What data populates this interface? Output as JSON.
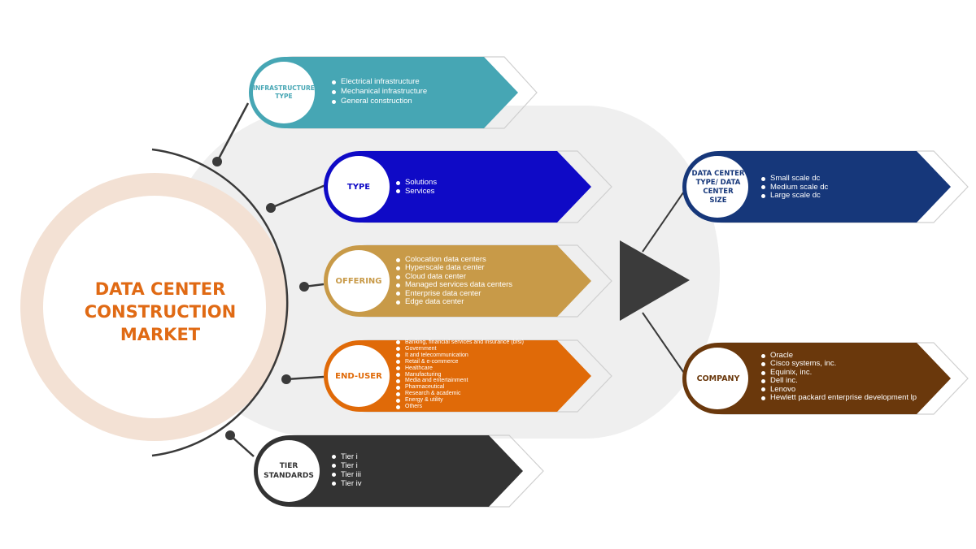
{
  "center": {
    "title_line1": "DATA CENTER",
    "title_line2": "CONSTRUCTION",
    "title_line3": "MARKET"
  },
  "colors": {
    "infrastructure": "#46a6b4",
    "type": "#0f0ac6",
    "offering": "#c89a48",
    "enduser": "#e06a08",
    "tier": "#333333",
    "dcsize": "#16377a",
    "company": "#6a380c",
    "title": "#e06a14",
    "backdrop": "#efefef"
  },
  "segments": {
    "infrastructure": {
      "label_line1": "INFRASTRUCTURE",
      "label_line2": "TYPE",
      "items": [
        "Electrical infrastructure",
        "Mechanical infrastructure",
        "General construction"
      ]
    },
    "type": {
      "label": "TYPE",
      "items": [
        "Solutions",
        "Services"
      ]
    },
    "offering": {
      "label": "OFFERING",
      "items": [
        "Colocation data centers",
        "Hyperscale data center",
        "Cloud data center",
        "Managed services data centers",
        "Enterprise data center",
        "Edge data center"
      ]
    },
    "enduser": {
      "label": "END-USER",
      "items": [
        "Banking, financial services and insurance (bfsi)",
        "Government",
        "It and telecommunication",
        "Retail & e-commerce",
        "Healthcare",
        "Manufacturing",
        "Media and entertainment",
        "Pharmaceutical",
        "Research & academic",
        "Energy & utility",
        "Others"
      ]
    },
    "tier": {
      "label_line1": "TIER",
      "label_line2": "STANDARDS",
      "items": [
        "Tier i",
        "Tier i",
        "Tier iii",
        "Tier iv"
      ]
    },
    "dcsize": {
      "label_line1": "DATA CENTER",
      "label_line2": "TYPE/ DATA",
      "label_line3": "CENTER",
      "label_line4": "SIZE",
      "items": [
        "Small scale dc",
        "Medium scale dc",
        "Large scale dc"
      ]
    },
    "company": {
      "label": "COMPANY",
      "items": [
        "Oracle",
        "Cisco systems, inc.",
        "Equinix, inc.",
        "Dell inc.",
        "Lenovo",
        "Hewlett packard enterprise development lp"
      ]
    }
  }
}
